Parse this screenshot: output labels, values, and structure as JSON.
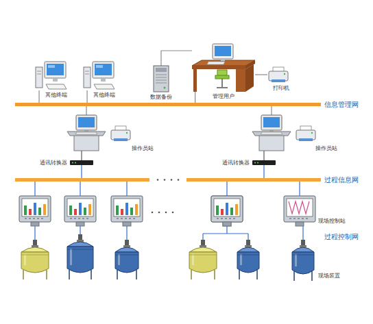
{
  "diagram": {
    "nodes": [
      {
        "text": [
          "其他终端"
        ]
      },
      {
        "text": [
          "其他终端"
        ]
      },
      {
        "text": [
          "数据备份"
        ]
      },
      {
        "text": [
          "管理用户"
        ]
      },
      {
        "text": [
          "打印机"
        ]
      },
      {
        "text": [
          "信息管理网"
        ]
      },
      {
        "text": [
          "操作员站"
        ]
      },
      {
        "text": [
          "操作员站"
        ]
      },
      {
        "text": [
          "通讯转换器"
        ]
      },
      {
        "text": [
          "通讯转换器"
        ]
      },
      {
        "text": [
          "过程信息网"
        ]
      },
      {
        "text": [
          "现场控制站"
        ]
      },
      {
        "text": [
          "现场装置"
        ]
      }
    ],
    "edges": [
      {
        "from": 0,
        "to": 5,
        "arrow": "none"
      },
      {
        "from": 1,
        "to": 5,
        "arrow": "none"
      },
      {
        "from": 2,
        "to": 3,
        "arrow": "none"
      },
      {
        "from": 3,
        "to": 5,
        "arrow": "none"
      },
      {
        "from": 4,
        "to": 3,
        "arrow": "none"
      },
      {
        "from": 6,
        "to": 5,
        "arrow": "none"
      },
      {
        "from": 7,
        "to": 5,
        "arrow": "none"
      },
      {
        "from": 6,
        "to": 8,
        "arrow": "none"
      },
      {
        "from": 7,
        "to": 9,
        "arrow": "none"
      },
      {
        "from": 8,
        "to": 10,
        "arrow": "none"
      },
      {
        "from": 9,
        "to": 10,
        "arrow": "none"
      },
      {
        "from": 11,
        "to": 10,
        "arrow": "none"
      },
      {
        "from": 12,
        "to": 11,
        "arrow": "none"
      }
    ],
    "labels": [
      "过程控制网"
    ]
  }
}
